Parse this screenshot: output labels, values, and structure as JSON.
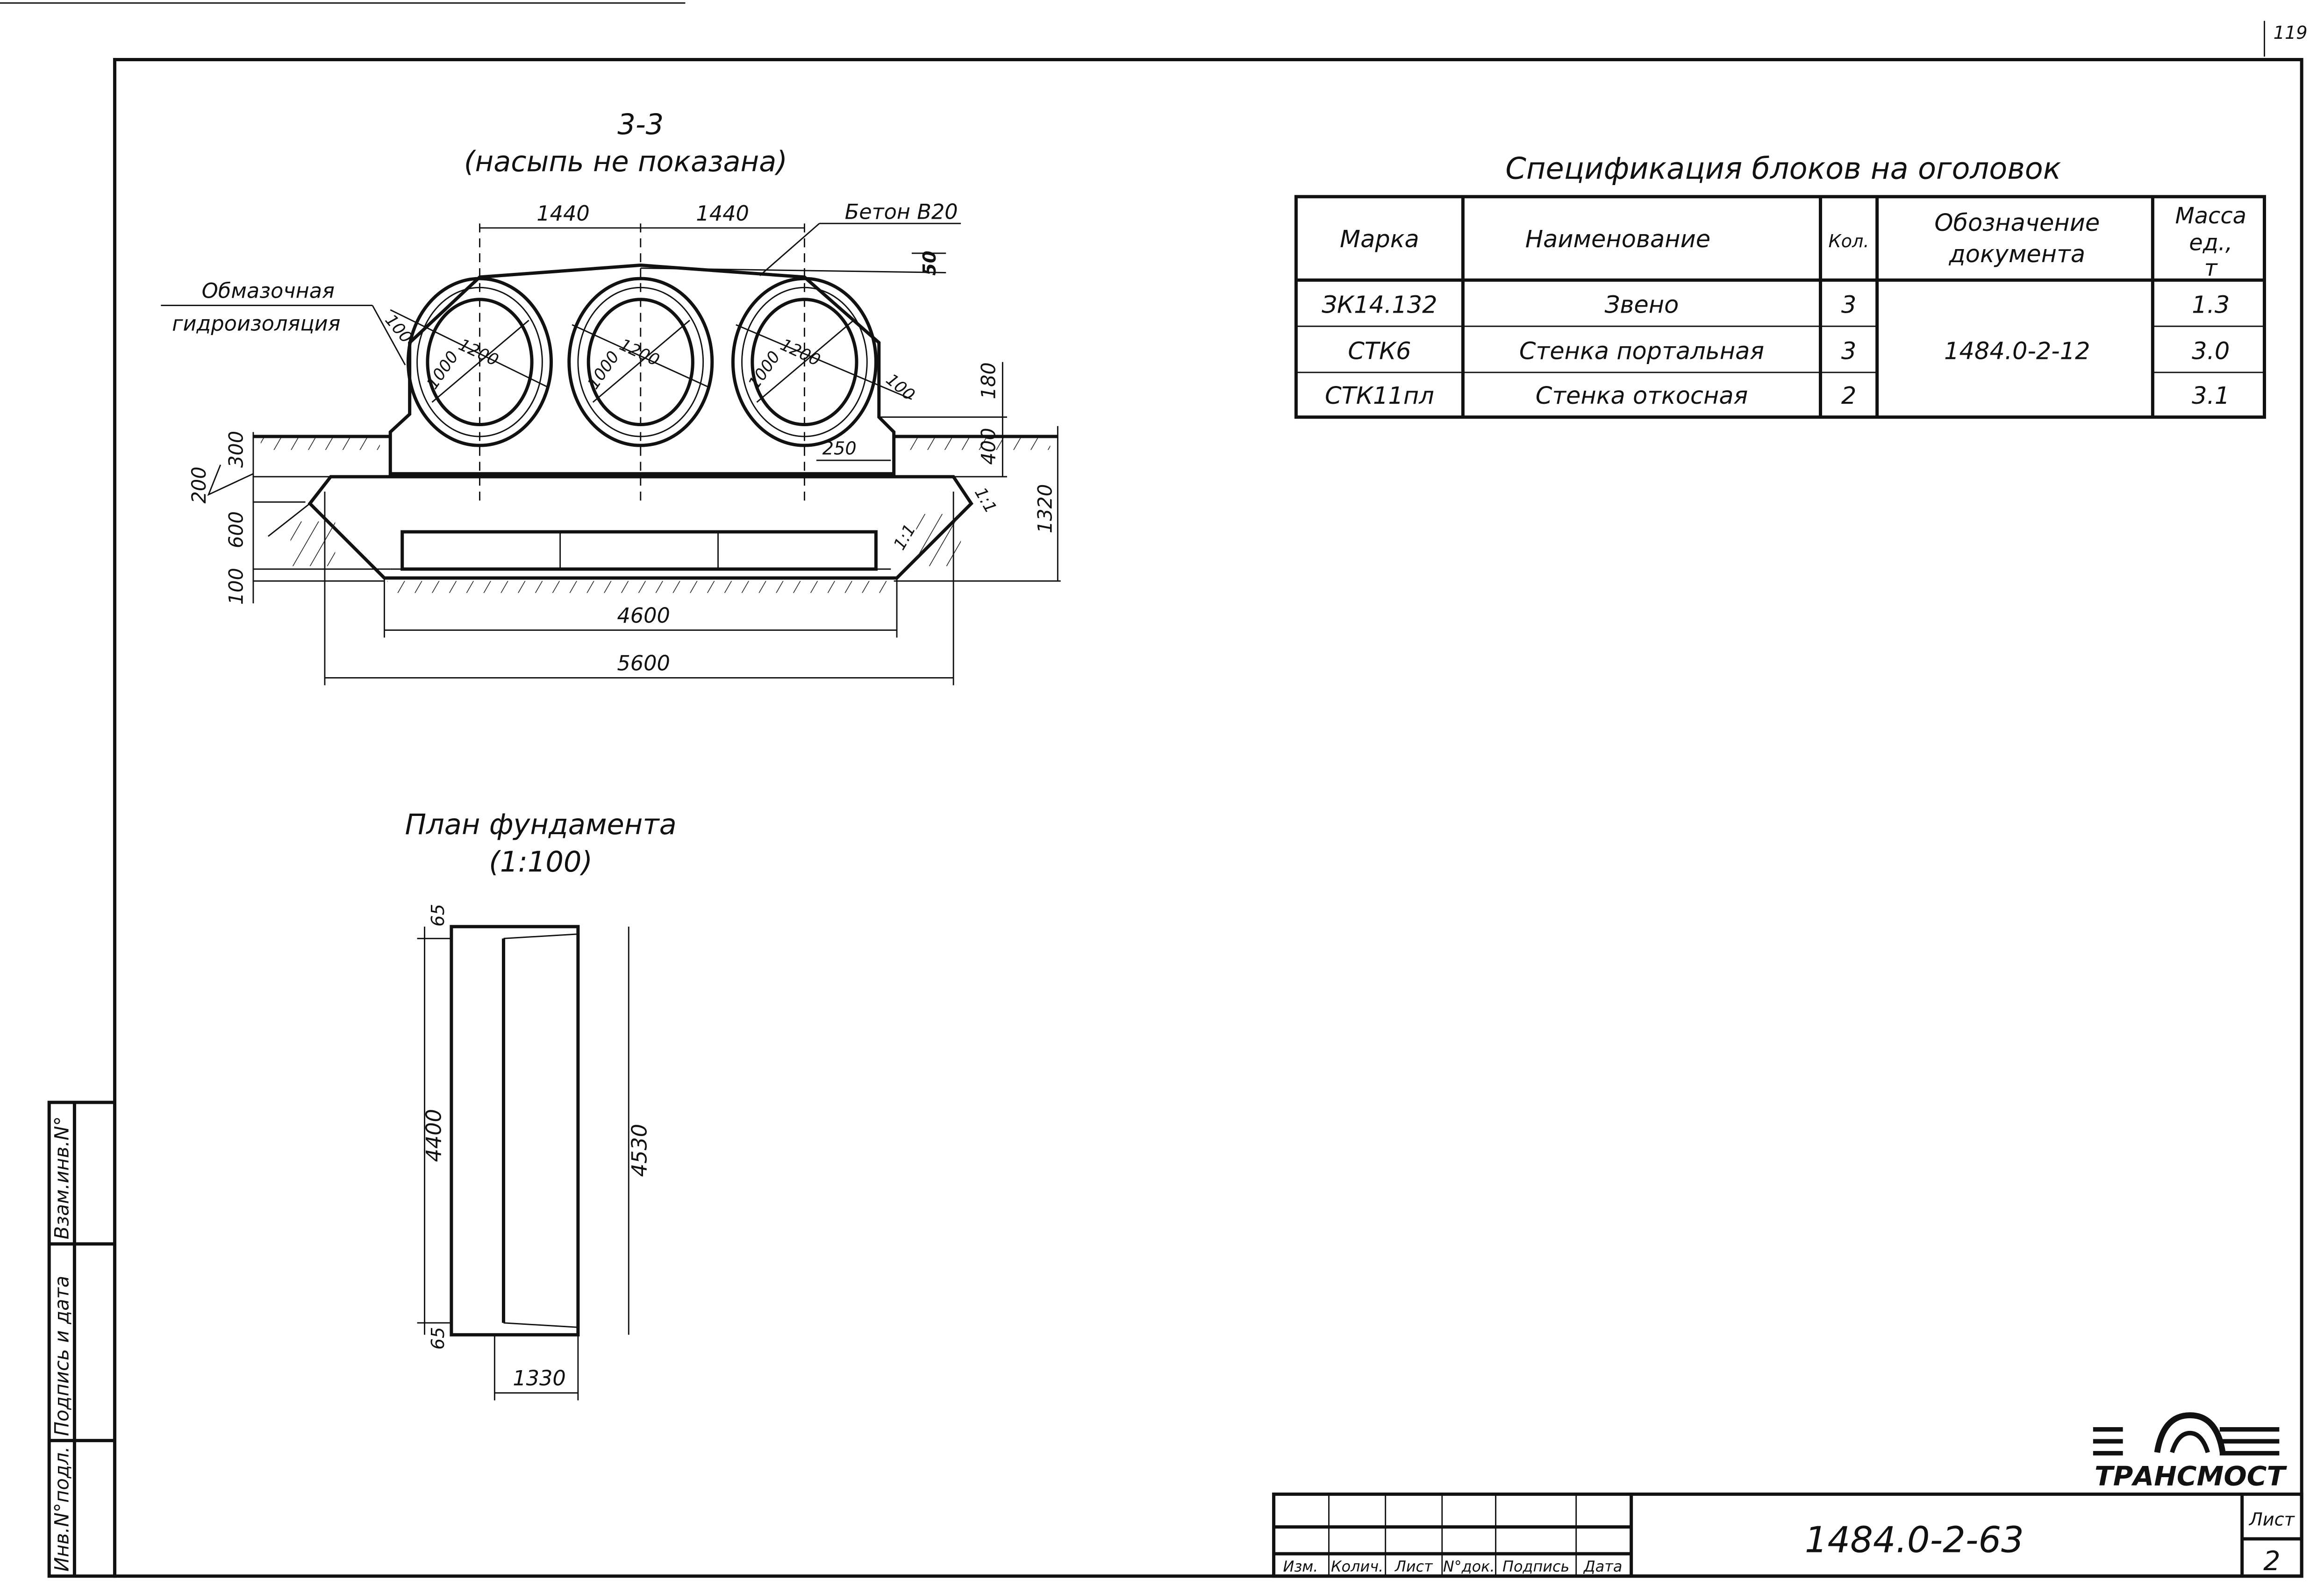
{
  "sheet_corner_number": "119",
  "section": {
    "title": "3-3",
    "subtitle": "(насыпь не показана)",
    "labels": {
      "waterproofing_line1": "Обмазочная",
      "waterproofing_line2": "гидроизоляция",
      "concrete": "Бетон В20"
    },
    "dims": {
      "spacing_left": "1440",
      "spacing_right": "1440",
      "top_cover": "50",
      "wall_left": "100",
      "wall_right": "100",
      "outer_diameter": "1200",
      "inner_diameter": "1000",
      "d180": "180",
      "d400": "400",
      "d1320": "1320",
      "d250": "250",
      "d300": "300",
      "d200": "200",
      "d600": "600",
      "d100": "100",
      "width_4600": "4600",
      "width_5600": "5600",
      "slope": "1:1"
    }
  },
  "plan": {
    "title": "План фундамента",
    "scale": "(1:100)",
    "dims": {
      "top": "65",
      "bottom": "65",
      "length_inner": "4400",
      "length_outer": "4530",
      "width": "1330"
    }
  },
  "spec": {
    "title": "Спецификация блоков на оголовок",
    "headers": [
      "Марка",
      "Наименование",
      "Кол.",
      "Обозначение документа",
      "Масса ед., т"
    ],
    "header_lines": {
      "doc1": "Обозначение",
      "doc2": "документа",
      "mass1": "Масса",
      "mass2": "ед.,",
      "mass3": "т"
    },
    "rows": [
      {
        "mark": "ЗК14.132",
        "name": "Звено",
        "qty": "3",
        "mass": "1.3"
      },
      {
        "mark": "СТК6",
        "name": "Стенка портальная",
        "qty": "3",
        "mass": "3.0"
      },
      {
        "mark": "СТК11пл",
        "name": "Стенка откосная",
        "qty": "2",
        "mass": "3.1"
      }
    ],
    "document": "1484.0-2-12"
  },
  "side_stamp": {
    "inv_orig": "Инв.N°подл.",
    "sign_date": "Подпись и дата",
    "replace_inv": "Взам.инв.N°"
  },
  "title_block": {
    "columns": [
      "Изм.",
      "Колич.",
      "Лист",
      "N°док.",
      "Подпись",
      "Дата"
    ],
    "designation": "1484.0-2-63",
    "sheet_label": "Лист",
    "sheet_number": "2",
    "logo_text": "ТРАНСМОСТ"
  }
}
